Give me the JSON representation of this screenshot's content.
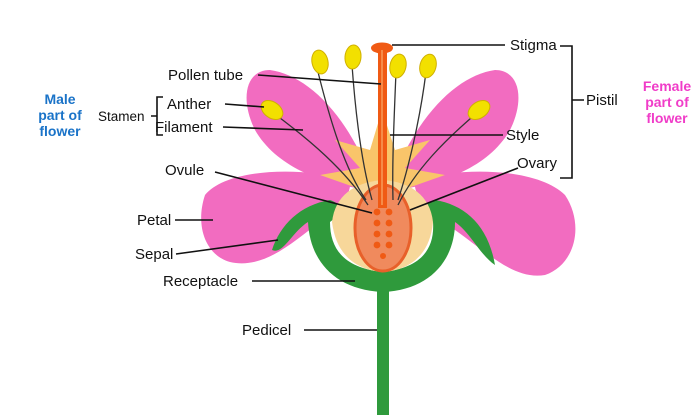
{
  "labels": {
    "stigma": "Stigma",
    "pollen_tube": "Pollen tube",
    "pistil": "Pistil",
    "stamen": "Stamen",
    "anther": "Anther",
    "filament": "Filament",
    "style": "Style",
    "ovule": "Ovule",
    "ovary": "Ovary",
    "petal": "Petal",
    "sepal": "Sepal",
    "receptacle": "Receptacle",
    "pedicel": "Pedicel"
  },
  "side_labels": {
    "male": [
      "Male",
      "part of",
      "flower"
    ],
    "female": [
      "Female",
      "part of",
      "flower"
    ]
  },
  "colors": {
    "petal": "#f26cc0",
    "sepal": "#2f9a3c",
    "receptacle_inner": "#f7d79a",
    "ovary": "#f08a5d",
    "pistil": "#f05a14",
    "anther": "#f2e000",
    "male_text": "#1a73c8",
    "female_text": "#f03cc8"
  }
}
